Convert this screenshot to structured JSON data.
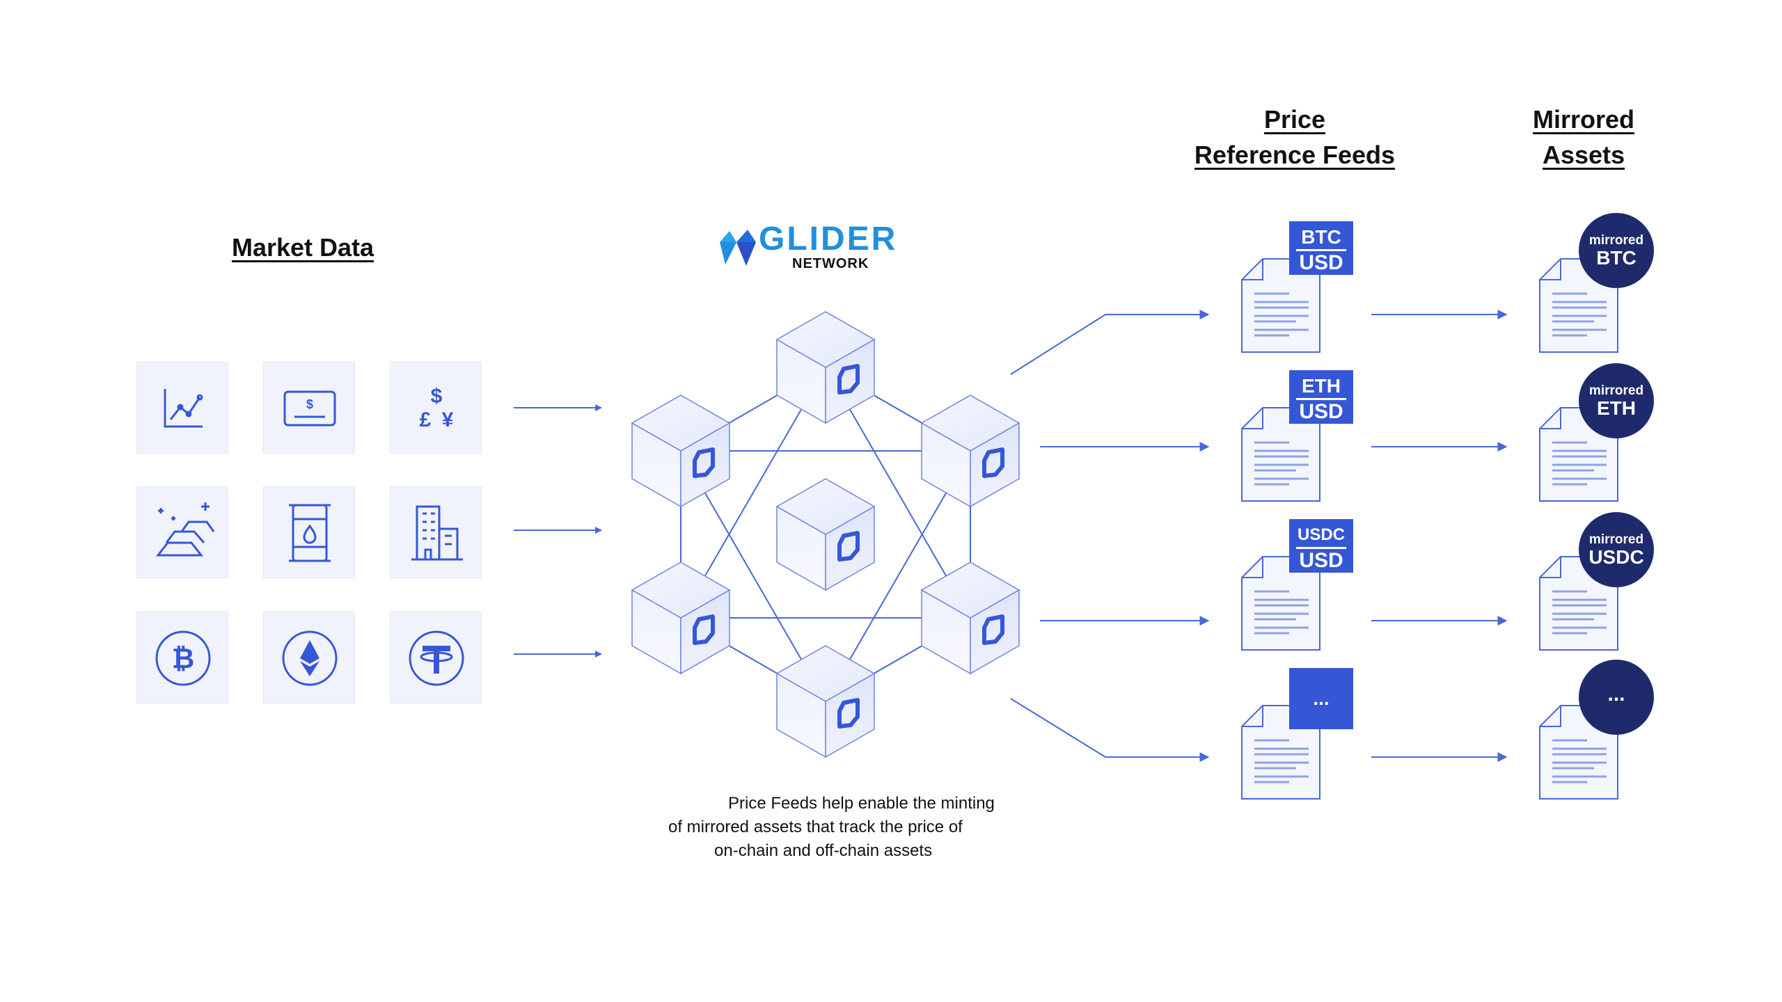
{
  "headings": {
    "market_data": "Market Data",
    "price_reference_feeds_line1": "Price",
    "price_reference_feeds_line2": "Reference Feeds",
    "mirrored_assets_line1": "Mirrored",
    "mirrored_assets_line2": "Assets"
  },
  "logo": {
    "word": "GLIDER",
    "sub": "NETWORK"
  },
  "caption": {
    "line1": "Price Feeds help enable the minting",
    "line2": "of mirrored assets that track the price of",
    "line3": "on-chain and off-chain assets"
  },
  "market_icons": [
    "chart-line-icon",
    "banknote-icon",
    "currency-symbols-icon",
    "gold-bars-icon",
    "oil-barrel-icon",
    "buildings-icon",
    "bitcoin-icon",
    "ethereum-icon",
    "tether-icon"
  ],
  "currency_symbols": {
    "dollar": "$",
    "pound": "£",
    "yen": "¥"
  },
  "feeds": [
    {
      "top": "BTC",
      "bottom": "USD"
    },
    {
      "top": "ETH",
      "bottom": "USD"
    },
    {
      "top": "USDC",
      "bottom": "USD"
    },
    {
      "top": "...",
      "bottom": ""
    }
  ],
  "mirrored": [
    {
      "prefix": "mirrored",
      "symbol": "BTC"
    },
    {
      "prefix": "mirrored",
      "symbol": "ETH"
    },
    {
      "prefix": "mirrored",
      "symbol": "USDC"
    },
    {
      "prefix": "",
      "symbol": "..."
    }
  ],
  "colors": {
    "accent": "#3557d6",
    "navy": "#1e2a6b",
    "tile_bg": "#f1f3fc",
    "logo_blue": "#1f8fe0",
    "line": "#4a67d9"
  }
}
